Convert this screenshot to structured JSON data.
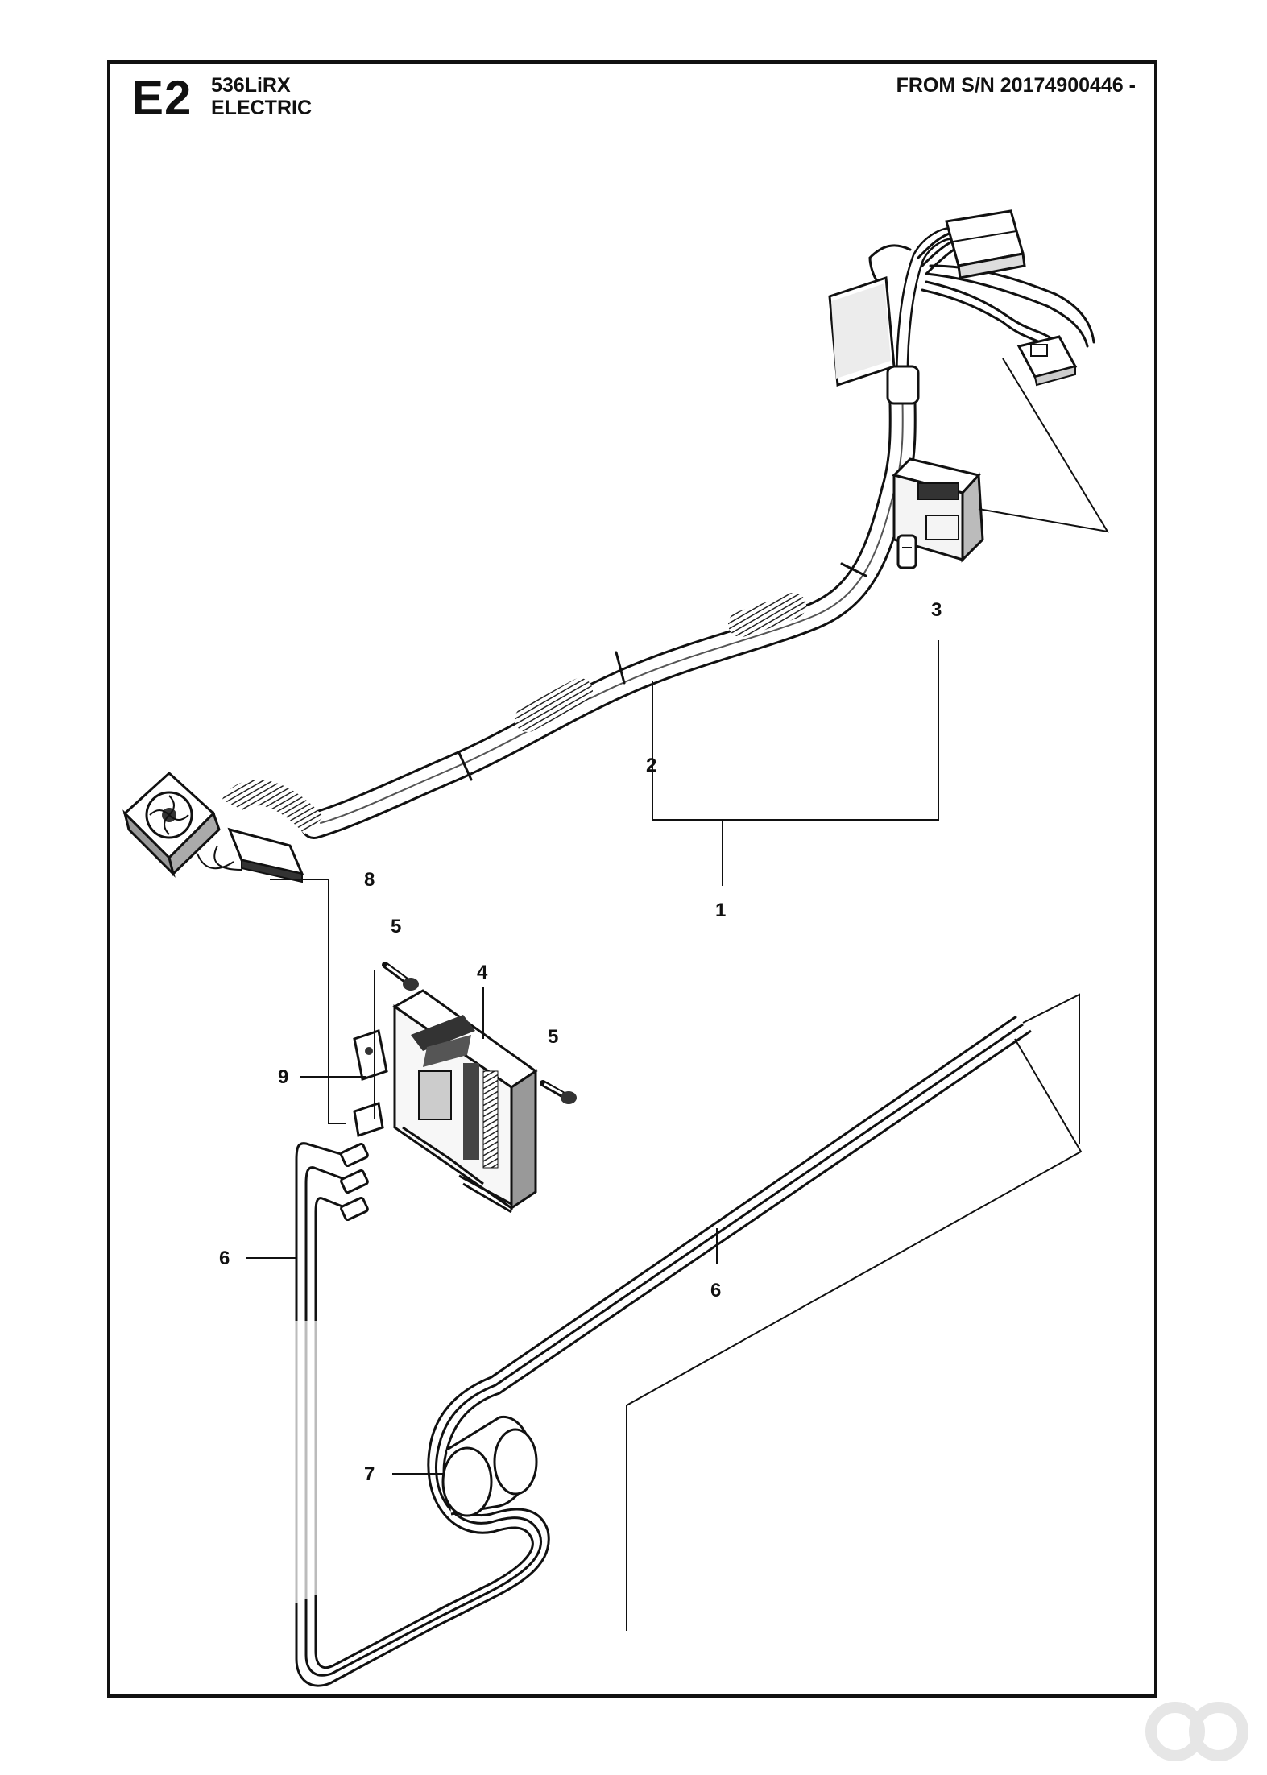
{
  "header": {
    "section_code": "E2",
    "model": "536LiRX",
    "group": "ELECTRIC",
    "serial_range": "FROM S/N 20174900446 -"
  },
  "callouts": [
    "1",
    "2",
    "3",
    "4",
    "5",
    "5",
    "6",
    "6",
    "7",
    "8",
    "9"
  ],
  "parts": [
    {
      "name": "main-harness-cable",
      "icon": "cable-harness-icon"
    },
    {
      "name": "fan",
      "icon": "fan-icon"
    },
    {
      "name": "switch",
      "icon": "switch-icon"
    },
    {
      "name": "control-module",
      "icon": "circuit-board-icon"
    },
    {
      "name": "screw",
      "icon": "screw-icon"
    },
    {
      "name": "wire-set",
      "icon": "wire-icon"
    },
    {
      "name": "ferrite-core",
      "icon": "ferrite-core-icon"
    }
  ],
  "colors": {
    "line": "#111111",
    "shade": "#555555",
    "light": "#cccccc"
  }
}
